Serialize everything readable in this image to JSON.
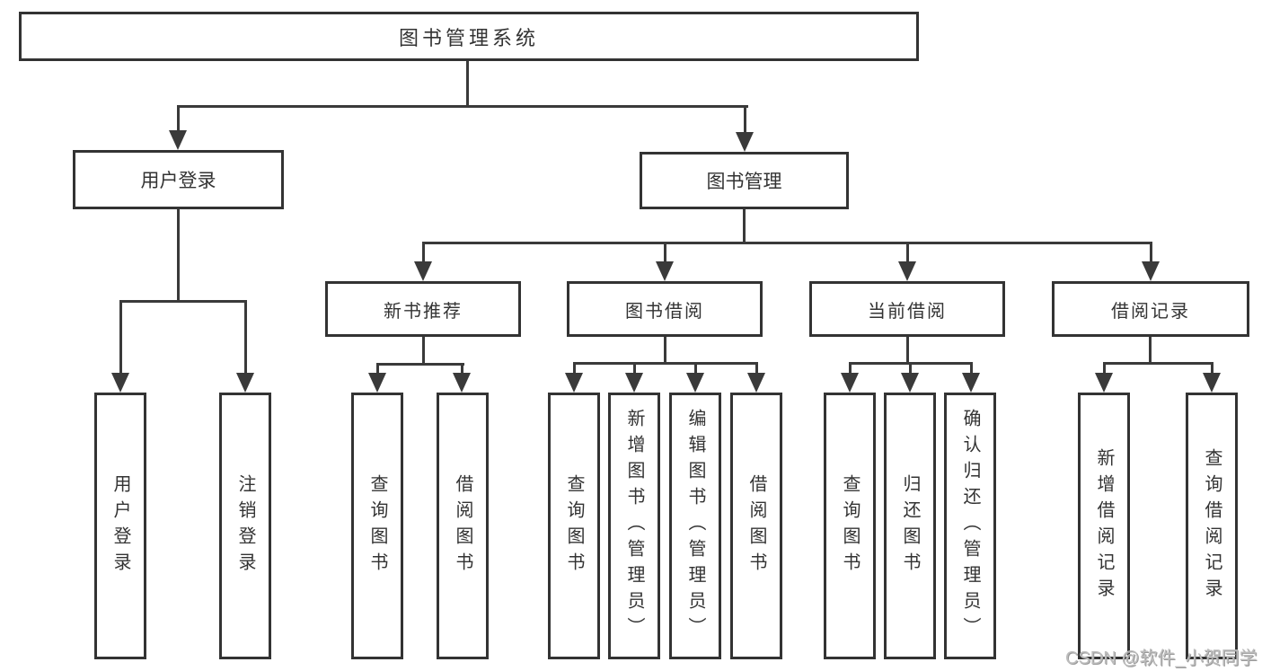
{
  "colors": {
    "background": "#ffffff",
    "line": "#3a3a3a",
    "box_border": "#333333",
    "text": "#333333",
    "watermark": "#bdbdbd"
  },
  "tree": {
    "root": {
      "label": "图书管理系统"
    },
    "branches": [
      {
        "label": "用户登录",
        "children": [
          {
            "label": "用户登录"
          },
          {
            "label": "注销登录"
          }
        ]
      },
      {
        "label": "图书管理",
        "children": [
          {
            "label": "新书推荐",
            "children": [
              {
                "label": "查询图书"
              },
              {
                "label": "借阅图书"
              }
            ]
          },
          {
            "label": "图书借阅",
            "children": [
              {
                "label": "查询图书"
              },
              {
                "label": "新增图书（管理员）"
              },
              {
                "label": "编辑图书（管理员）"
              },
              {
                "label": "借阅图书"
              }
            ]
          },
          {
            "label": "当前借阅",
            "children": [
              {
                "label": "查询图书"
              },
              {
                "label": "归还图书"
              },
              {
                "label": "确认归还（管理员）"
              }
            ]
          },
          {
            "label": "借阅记录",
            "children": [
              {
                "label": "新增借阅记录"
              },
              {
                "label": "查询借阅记录"
              }
            ]
          }
        ]
      }
    ]
  },
  "watermark": {
    "text": "CSDN @软件_小贺同学"
  }
}
